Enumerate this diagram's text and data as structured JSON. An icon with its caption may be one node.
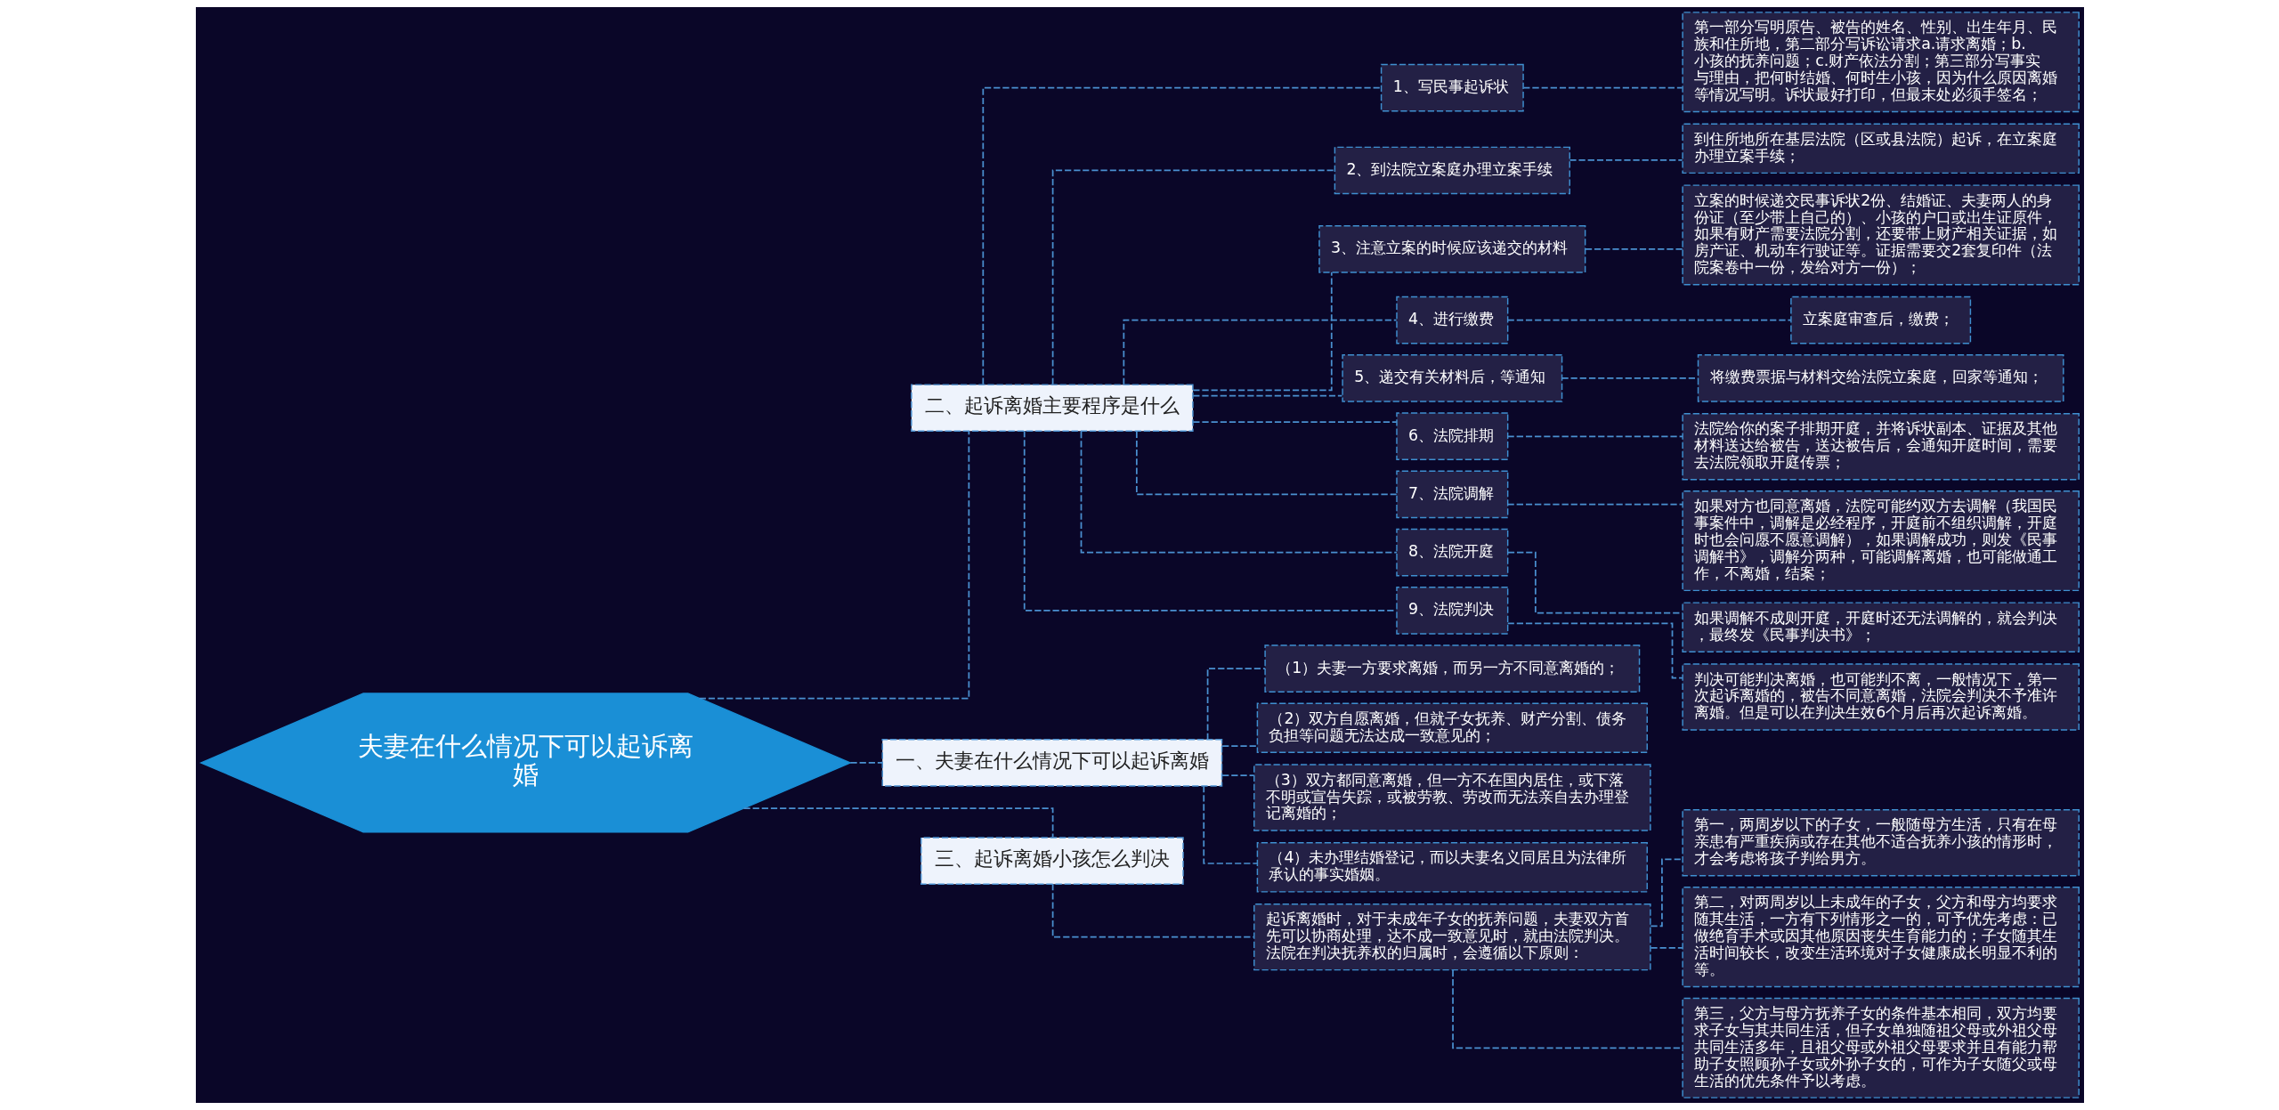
{
  "diagram": {
    "nodes": [
      {
        "text": [
          "夫妻在什么情况下可以起诉离婚"
        ]
      },
      {
        "text": [
          "二、起诉离婚主要程序是什么"
        ]
      },
      {
        "text": [
          "1、写民事起诉状"
        ]
      },
      {
        "text": [
          "第一部分写明原告、被告的姓名、性别、出生年月、民族和住所地，第二部分写诉讼请求a.请求离婚；b.小孩的抚养问题；c.财产依法分割；第三部分写事实与理由，把何时结婚、何时生小孩，因为什么原因离婚等情况写明。诉状最好打印，但最末处必须手签名；"
        ]
      },
      {
        "text": [
          "2、到法院立案庭办理立案手续"
        ]
      },
      {
        "text": [
          "到住所地所在基层法院（区或县法院）起诉，在立案庭办理立案手续；"
        ]
      },
      {
        "text": [
          "3、注意立案的时候应该递交的材料"
        ]
      },
      {
        "text": [
          "立案的时候递交民事诉状2份、结婚证、夫妻两人的身份证（至少带上自己的）、小孩的户口或出生证原件，如果有财产需要法院分割，还要带上财产相关证据，如房产证、机动车行驶证等。证据需要交2套复印件（法院案卷中一份，发给对方一份）；"
        ]
      },
      {
        "text": [
          "4、进行缴费"
        ]
      },
      {
        "text": [
          "立案庭审查后，缴费；"
        ]
      },
      {
        "text": [
          "5、递交有关材料后，等通知"
        ]
      },
      {
        "text": [
          "将缴费票据与材料交给法院立案庭，回家等通知；"
        ]
      },
      {
        "text": [
          "6、法院排期"
        ]
      },
      {
        "text": [
          "法院给你的案子排期开庭，并将诉状副本、证据及其他材料送达给被告，送达被告后，会通知开庭时间，需要去法院领取开庭传票；"
        ]
      },
      {
        "text": [
          "7、法院调解"
        ]
      },
      {
        "text": [
          "如果对方也同意离婚，法院可能约双方去调解（我国民事案件中，调解是必经程序，开庭前不组织调解，开庭时也会问愿不愿意调解），如果调解成功，则发《民事调解书》，调解分两种，可能调解离婚，也可能做通工作，不离婚，结案；"
        ]
      },
      {
        "text": [
          "8、法院开庭"
        ]
      },
      {
        "text": [
          "如果调解不成则开庭，开庭时还无法调解的，就会判决，最终发《民事判决书》；"
        ]
      },
      {
        "text": [
          "9、法院判决"
        ]
      },
      {
        "text": [
          "判决可能判决离婚，也可能判不离，一般情况下，第一次起诉离婚的，被告不同意离婚，法院会判决不予准许离婚。但是可以在判决生效6个月后再次起诉离婚。"
        ]
      },
      {
        "text": [
          "一、夫妻在什么情况下可以起诉离婚"
        ]
      },
      {
        "text": [
          "（1）夫妻一方要求离婚，而另一方不同意离婚的；"
        ]
      },
      {
        "text": [
          "（2）双方自愿离婚，但就子女抚养、财产分割、债务负担等问题无法达成一致意见的；"
        ]
      },
      {
        "text": [
          "（3）双方都同意离婚，但一方不在国内居住，或下落不明或宣告失踪，或被劳教、劳改而无法亲自去办理登记离婚的；"
        ]
      },
      {
        "text": [
          "（4）未办理结婚登记，而以夫妻名义同居且为法律所承认的事实婚姻。"
        ]
      },
      {
        "text": [
          "三、起诉离婚小孩怎么判决"
        ]
      },
      {
        "text": [
          "起诉离婚时，对于未成年子女的抚养问题，夫妻双方首先可以协商处理，达不成一致意见时，就由法院判决。法院在判决抚养权的归属时，会遵循以下原则："
        ]
      },
      {
        "text": [
          "第一，两周岁以下的子女，一般随母方生活，只有在母亲患有严重疾病或存在其他不适合抚养小孩的情形时，才会考虑将孩子判给男方。"
        ]
      },
      {
        "text": [
          "第二，对两周岁以上未成年的子女，父方和母方均要求随其生活，一方有下列情形之一的，可予优先考虑：已做绝育手术或因其他原因丧失生育能力的；子女随其生活时间较长，改变生活环境对子女健康成长明显不利的等。"
        ]
      },
      {
        "text": [
          "第三，父方与母方抚养子女的条件基本相同，双方均要求子女与其共同生活，但子女单独随祖父母或外祖父母共同生活多年，且祖父母或外祖父母要求并且有能力帮助子女照顾孙子女或外孙子女的，可作为子女随父或母生活的优先条件予以考虑。"
        ]
      }
    ],
    "edges": [
      {
        "from": 0,
        "to": 1,
        "arrow": "none"
      },
      {
        "from": 1,
        "to": 2,
        "arrow": "none"
      },
      {
        "from": 2,
        "to": 3,
        "arrow": "none"
      },
      {
        "from": 1,
        "to": 4,
        "arrow": "none"
      },
      {
        "from": 4,
        "to": 5,
        "arrow": "none"
      },
      {
        "from": 1,
        "to": 6,
        "arrow": "none"
      },
      {
        "from": 6,
        "to": 7,
        "arrow": "none"
      },
      {
        "from": 1,
        "to": 8,
        "arrow": "none"
      },
      {
        "from": 8,
        "to": 9,
        "arrow": "none"
      },
      {
        "from": 1,
        "to": 10,
        "arrow": "none"
      },
      {
        "from": 10,
        "to": 11,
        "arrow": "none"
      },
      {
        "from": 1,
        "to": 12,
        "arrow": "none"
      },
      {
        "from": 12,
        "to": 13,
        "arrow": "none"
      },
      {
        "from": 1,
        "to": 14,
        "arrow": "none"
      },
      {
        "from": 14,
        "to": 15,
        "arrow": "none"
      },
      {
        "from": 1,
        "to": 16,
        "arrow": "none"
      },
      {
        "from": 16,
        "to": 17,
        "arrow": "none"
      },
      {
        "from": 1,
        "to": 18,
        "arrow": "none"
      },
      {
        "from": 18,
        "to": 19,
        "arrow": "none"
      },
      {
        "from": 0,
        "to": 20,
        "arrow": "none"
      },
      {
        "from": 20,
        "to": 21,
        "arrow": "none"
      },
      {
        "from": 20,
        "to": 22,
        "arrow": "none"
      },
      {
        "from": 20,
        "to": 23,
        "arrow": "none"
      },
      {
        "from": 20,
        "to": 24,
        "arrow": "none"
      },
      {
        "from": 0,
        "to": 25,
        "arrow": "none"
      },
      {
        "from": 25,
        "to": 26,
        "arrow": "none"
      },
      {
        "from": 26,
        "to": 27,
        "arrow": "none"
      },
      {
        "from": 26,
        "to": 28,
        "arrow": "none"
      },
      {
        "from": 26,
        "to": 29,
        "arrow": "none"
      }
    ]
  }
}
